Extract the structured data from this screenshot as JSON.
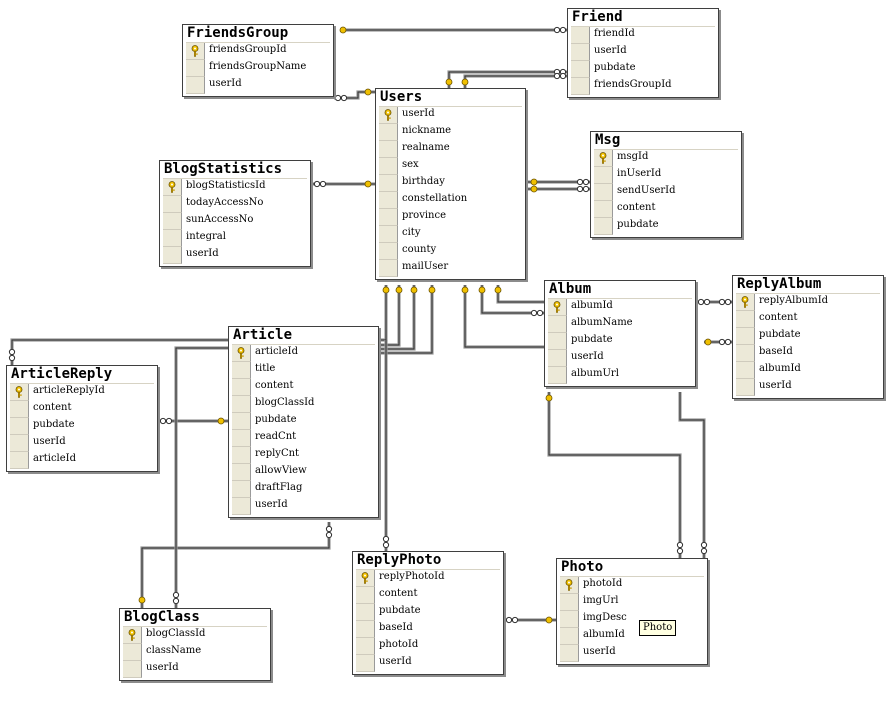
{
  "colors": {
    "line": "#3f3f3f",
    "title_bar": "#ece9d8",
    "key": "#f0c000"
  },
  "tables": {
    "FriendsGroup": {
      "title": "FriendsGroup",
      "fields": [
        {
          "name": "friendsGroupId",
          "pk": true
        },
        {
          "name": "friendsGroupName",
          "pk": false
        },
        {
          "name": "userId",
          "pk": false
        }
      ]
    },
    "Friend": {
      "title": "Friend",
      "fields": [
        {
          "name": "friendId",
          "pk": false
        },
        {
          "name": "userId",
          "pk": false
        },
        {
          "name": "pubdate",
          "pk": false
        },
        {
          "name": "friendsGroupId",
          "pk": false
        }
      ]
    },
    "Users": {
      "title": "Users",
      "fields": [
        {
          "name": "userId",
          "pk": true
        },
        {
          "name": "nickname",
          "pk": false
        },
        {
          "name": "realname",
          "pk": false
        },
        {
          "name": "sex",
          "pk": false
        },
        {
          "name": "birthday",
          "pk": false
        },
        {
          "name": "constellation",
          "pk": false
        },
        {
          "name": "province",
          "pk": false
        },
        {
          "name": "city",
          "pk": false
        },
        {
          "name": "county",
          "pk": false
        },
        {
          "name": "mailUser",
          "pk": false
        }
      ]
    },
    "BlogStatistics": {
      "title": "BlogStatistics",
      "fields": [
        {
          "name": "blogStatisticsId",
          "pk": true
        },
        {
          "name": "todayAccessNo",
          "pk": false
        },
        {
          "name": "sunAccessNo",
          "pk": false
        },
        {
          "name": "integral",
          "pk": false
        },
        {
          "name": "userId",
          "pk": false
        }
      ]
    },
    "Msg": {
      "title": "Msg",
      "fields": [
        {
          "name": "msgId",
          "pk": true
        },
        {
          "name": "inUserId",
          "pk": false
        },
        {
          "name": "sendUserId",
          "pk": false
        },
        {
          "name": "content",
          "pk": false
        },
        {
          "name": "pubdate",
          "pk": false
        }
      ]
    },
    "Album": {
      "title": "Album",
      "fields": [
        {
          "name": "albumId",
          "pk": true
        },
        {
          "name": "albumName",
          "pk": false
        },
        {
          "name": "pubdate",
          "pk": false
        },
        {
          "name": "userId",
          "pk": false
        },
        {
          "name": "albumUrl",
          "pk": false
        }
      ]
    },
    "ReplyAlbum": {
      "title": "ReplyAlbum",
      "fields": [
        {
          "name": "replyAlbumId",
          "pk": true
        },
        {
          "name": "content",
          "pk": false
        },
        {
          "name": "pubdate",
          "pk": false
        },
        {
          "name": "baseId",
          "pk": false
        },
        {
          "name": "albumId",
          "pk": false
        },
        {
          "name": "userId",
          "pk": false
        }
      ]
    },
    "Article": {
      "title": "Article",
      "fields": [
        {
          "name": "articleId",
          "pk": true
        },
        {
          "name": "title",
          "pk": false
        },
        {
          "name": "content",
          "pk": false
        },
        {
          "name": "blogClassId",
          "pk": false
        },
        {
          "name": "pubdate",
          "pk": false
        },
        {
          "name": "readCnt",
          "pk": false
        },
        {
          "name": "replyCnt",
          "pk": false
        },
        {
          "name": "allowView",
          "pk": false
        },
        {
          "name": "draftFlag",
          "pk": false
        },
        {
          "name": "userId",
          "pk": false
        }
      ]
    },
    "ArticleReply": {
      "title": "ArticleReply",
      "fields": [
        {
          "name": "articleReplyId",
          "pk": true
        },
        {
          "name": "content",
          "pk": false
        },
        {
          "name": "pubdate",
          "pk": false
        },
        {
          "name": "userId",
          "pk": false
        },
        {
          "name": "articleId",
          "pk": false
        }
      ]
    },
    "BlogClass": {
      "title": "BlogClass",
      "fields": [
        {
          "name": "blogClassId",
          "pk": true
        },
        {
          "name": "className",
          "pk": false
        },
        {
          "name": "userId",
          "pk": false
        }
      ]
    },
    "ReplyPhoto": {
      "title": "ReplyPhoto",
      "fields": [
        {
          "name": "replyPhotoId",
          "pk": true
        },
        {
          "name": "content",
          "pk": false
        },
        {
          "name": "pubdate",
          "pk": false
        },
        {
          "name": "baseId",
          "pk": false
        },
        {
          "name": "photoId",
          "pk": false
        },
        {
          "name": "userId",
          "pk": false
        }
      ]
    },
    "Photo": {
      "title": "Photo",
      "fields": [
        {
          "name": "photoId",
          "pk": true
        },
        {
          "name": "imgUrl",
          "pk": false
        },
        {
          "name": "imgDesc",
          "pk": false
        },
        {
          "name": "albumId",
          "pk": false
        },
        {
          "name": "userId",
          "pk": false
        }
      ]
    }
  },
  "tooltip": {
    "text": "Photo"
  }
}
